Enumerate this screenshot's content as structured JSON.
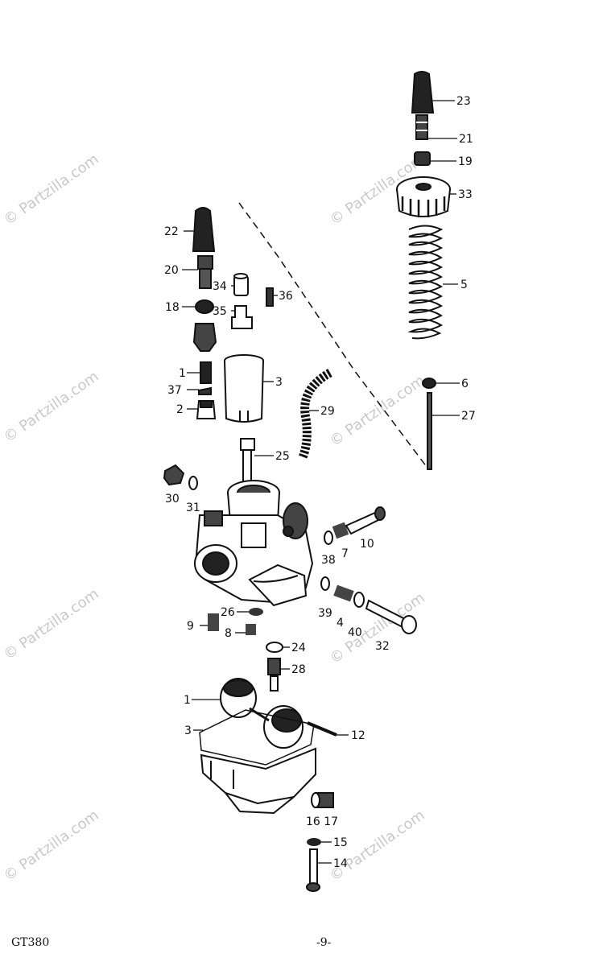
{
  "watermark": {
    "text": "© Partzilla.com"
  },
  "footer": {
    "model_code": "GT380",
    "page_number": "-9-"
  },
  "callouts": {
    "c1a": "1",
    "c2": "2",
    "c3a": "3",
    "c4": "4",
    "c5": "5",
    "c6": "6",
    "c7": "7",
    "c8": "8",
    "c9": "9",
    "c10": "10",
    "c12": "12",
    "c14": "14",
    "c15": "15",
    "c16_17": "16 17",
    "c18": "18",
    "c19": "19",
    "c20": "20",
    "c21": "21",
    "c22": "22",
    "c23": "23",
    "c24": "24",
    "c25": "25",
    "c26": "26",
    "c27": "27",
    "c28": "28",
    "c29": "29",
    "c30": "30",
    "c31": "31",
    "c32": "32",
    "c33": "33",
    "c34": "34",
    "c35": "35",
    "c36": "36",
    "c37": "37",
    "c38": "38",
    "c39": "39",
    "c40": "40",
    "c1b": "1",
    "c3b": "3"
  }
}
